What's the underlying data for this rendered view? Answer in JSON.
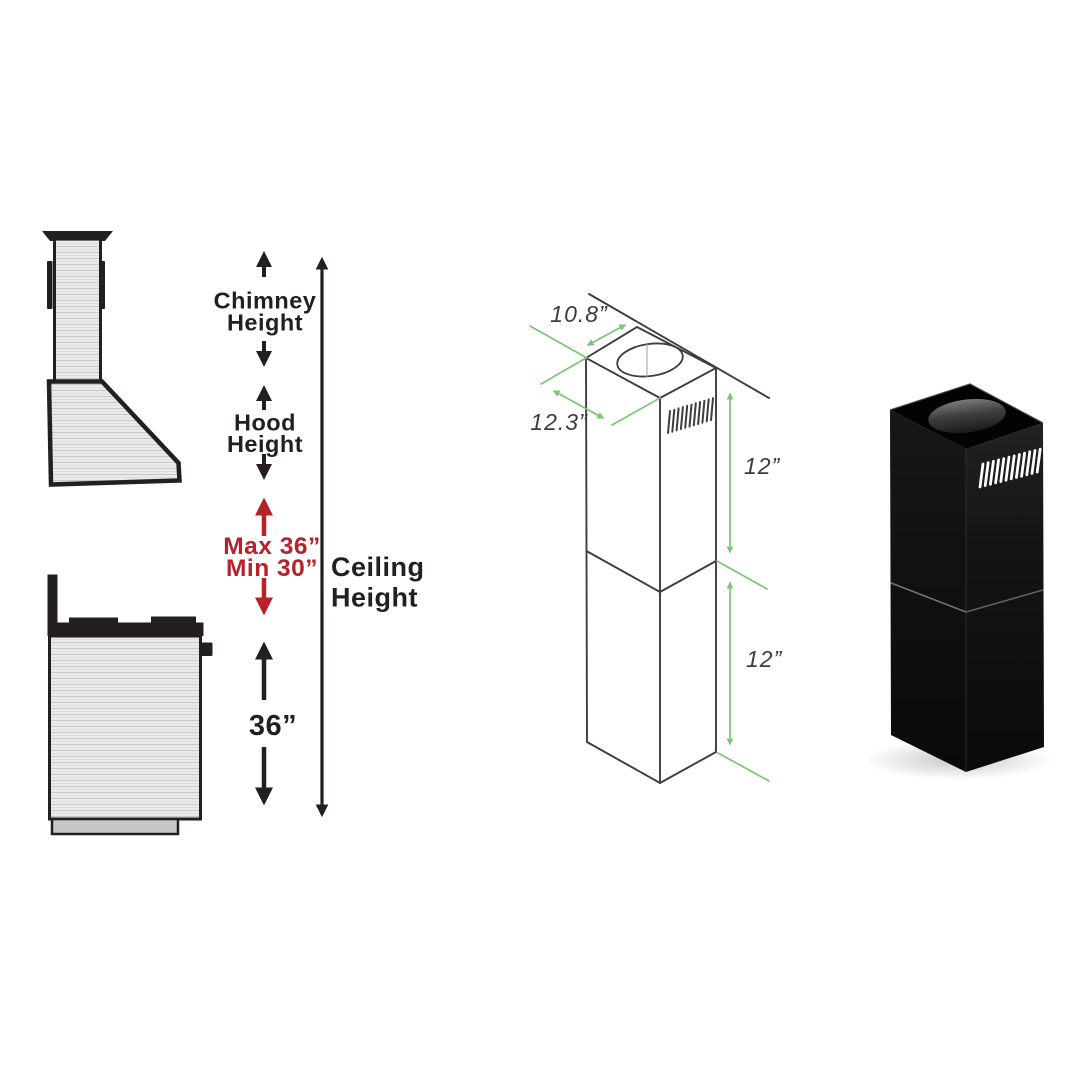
{
  "left_diagram": {
    "chimney_height": {
      "line1": "Chimney",
      "line2": "Height"
    },
    "hood_height": {
      "line1": "Hood",
      "line2": "Height"
    },
    "mount_range": {
      "max": "Max 36”",
      "min": "Min 30”"
    },
    "hood_to_cooktop": "36”",
    "ceiling_height": {
      "line1": "Ceiling",
      "line2": "Height"
    }
  },
  "middle_diagram": {
    "top_width": "10.8”",
    "top_depth": "12.3”",
    "upper_section_height": "12”",
    "lower_section_height": "12”"
  },
  "colors": {
    "annotation_red": "#b5222a",
    "annotation_ink": "#231f20",
    "dimension_green": "#7cc576",
    "drawing_line": "#3d3d3d",
    "product_black": "#0c0c0c"
  }
}
